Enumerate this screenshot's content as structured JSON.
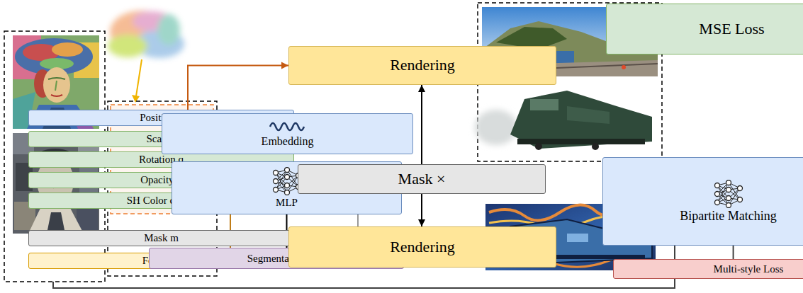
{
  "diagram": {
    "nodes": [
      {
        "text": [
          "Position x"
        ]
      },
      {
        "text": [
          "Scale s"
        ]
      },
      {
        "text": [
          "Rotation q"
        ]
      },
      {
        "text": [
          "Opacity o"
        ]
      },
      {
        "text": [
          "SH Color c"
        ]
      },
      {
        "text": [
          "Mask m"
        ]
      },
      {
        "text": [
          "Feature f"
        ]
      },
      {
        "text": [
          "Embedding"
        ]
      },
      {
        "text": [
          "MLP"
        ]
      },
      {
        "text": [
          "Segmentation"
        ]
      },
      {
        "text": [
          "Rendering"
        ]
      },
      {
        "text": [
          "Mask ×"
        ]
      },
      {
        "text": [
          "Rendering"
        ]
      },
      {
        "text": [
          "MSE Loss"
        ]
      },
      {
        "text": [
          "Bipartite Matching"
        ]
      },
      {
        "text": [
          "Multi-style Loss"
        ]
      }
    ],
    "edges": [
      {
        "from": 0,
        "to": 7,
        "arrow": "to"
      },
      {
        "from": 7,
        "to": 8,
        "arrow": "to"
      },
      {
        "from": 6,
        "to": 8,
        "arrow": "to"
      },
      {
        "from": 8,
        "to": 9,
        "arrow": "to"
      },
      {
        "from": 9,
        "to": 12,
        "arrow": "to"
      },
      {
        "from": 5,
        "to": 11,
        "arrow": "to"
      },
      {
        "from": 11,
        "to": 10,
        "arrow": "to"
      },
      {
        "from": 11,
        "to": 12,
        "arrow": "to"
      },
      {
        "from": 0,
        "to": 10,
        "arrow": "to"
      },
      {
        "from": 14,
        "to": 15,
        "arrow": "none"
      }
    ]
  }
}
